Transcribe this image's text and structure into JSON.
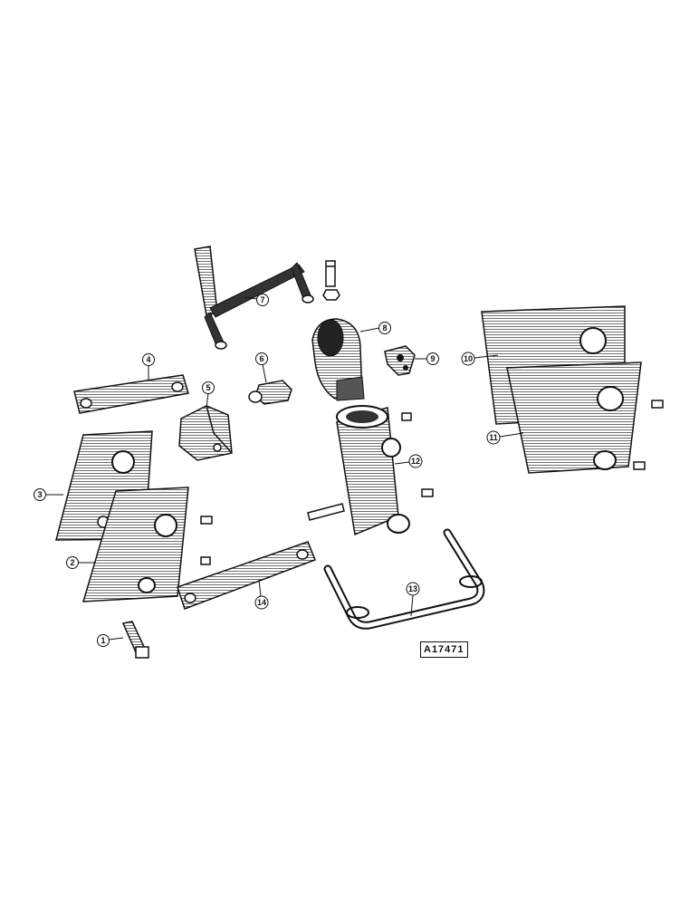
{
  "figure": {
    "reference_code": "A17471",
    "parts": [
      {
        "id": "1",
        "icon": "bolt-icon"
      },
      {
        "id": "2",
        "icon": "mounting-plate-icon"
      },
      {
        "id": "3",
        "icon": "mounting-plate-icon"
      },
      {
        "id": "4",
        "icon": "flat-bar-icon"
      },
      {
        "id": "5",
        "icon": "clamp-block-icon"
      },
      {
        "id": "6",
        "icon": "grease-fitting-icon"
      },
      {
        "id": "7",
        "icon": "yoke-bracket-icon"
      },
      {
        "id": "8",
        "icon": "housing-icon"
      },
      {
        "id": "9",
        "icon": "clevis-icon"
      },
      {
        "id": "10",
        "icon": "mounting-plate-icon"
      },
      {
        "id": "11",
        "icon": "mounting-plate-icon"
      },
      {
        "id": "12",
        "icon": "sleeve-housing-icon"
      },
      {
        "id": "13",
        "icon": "u-handle-icon"
      },
      {
        "id": "14",
        "icon": "flat-bar-icon"
      }
    ]
  }
}
